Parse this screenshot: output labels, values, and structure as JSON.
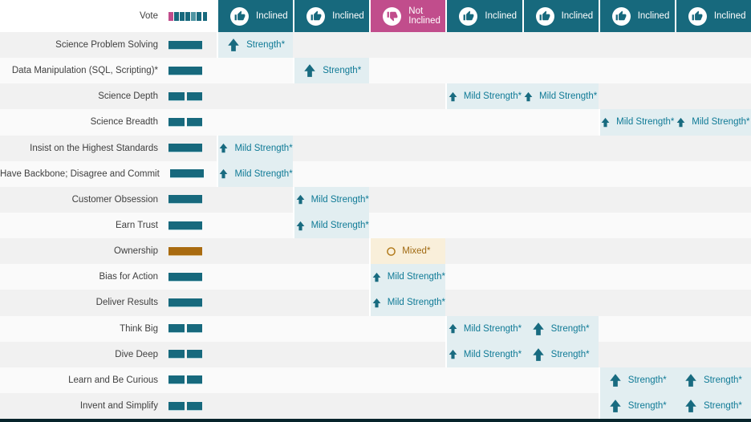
{
  "colors": {
    "inclined_teal": "#17697d",
    "not_inclined_magenta": "#c14d8c",
    "highlight_cell_bg": "#e2eef1",
    "mixed_cell_bg": "#f9efda",
    "mixed_text": "#a06a12",
    "rating_text": "#0f7a96",
    "bar_teal": "#17697d",
    "bar_orange": "#a96b10",
    "row_stripe_dark": "#f1f1f1",
    "row_stripe_light": "#fafafa",
    "bottom_bar": "#07242b"
  },
  "header": {
    "vote_label": "Vote",
    "vote_segments": [
      "not-inclined",
      "inclined",
      "inclined",
      "inclined",
      "inclined-light",
      "inclined",
      "inclined"
    ],
    "columns": [
      {
        "label": "Inclined",
        "vote": "inclined",
        "icon": "thumb-up"
      },
      {
        "label": "Inclined",
        "vote": "inclined",
        "icon": "thumb-up"
      },
      {
        "label": "Not Inclined",
        "vote": "not-inclined",
        "icon": "thumb-down"
      },
      {
        "label": "Inclined",
        "vote": "inclined",
        "icon": "thumb-up"
      },
      {
        "label": "Inclined",
        "vote": "inclined",
        "icon": "thumb-up"
      },
      {
        "label": "Inclined",
        "vote": "inclined",
        "icon": "thumb-up"
      },
      {
        "label": "Inclined",
        "vote": "inclined",
        "icon": "thumb-up"
      }
    ]
  },
  "ratings_legend": {
    "strength": "Strength*",
    "mild": "Mild Strength*",
    "mixed": "Mixed*"
  },
  "rows": [
    {
      "label": "Science Problem Solving",
      "bar_segments": 1,
      "bar_color": "teal",
      "cells": [
        {
          "col": 0,
          "rating": "strength"
        }
      ]
    },
    {
      "label": "Data Manipulation (SQL, Scripting)*",
      "bar_segments": 1,
      "bar_color": "teal",
      "cells": [
        {
          "col": 1,
          "rating": "strength"
        }
      ]
    },
    {
      "label": "Science Depth",
      "bar_segments": 2,
      "bar_color": "teal",
      "cells": [
        {
          "col": 3,
          "rating": "mild"
        },
        {
          "col": 4,
          "rating": "mild"
        }
      ]
    },
    {
      "label": "Science Breadth",
      "bar_segments": 2,
      "bar_color": "teal",
      "cells": [
        {
          "col": 5,
          "rating": "mild"
        },
        {
          "col": 6,
          "rating": "mild"
        }
      ]
    },
    {
      "label": "Insist on the Highest Standards",
      "bar_segments": 1,
      "bar_color": "teal",
      "cells": [
        {
          "col": 0,
          "rating": "mild"
        }
      ]
    },
    {
      "label": "Have Backbone; Disagree and Commit",
      "bar_segments": 1,
      "bar_color": "teal",
      "cells": [
        {
          "col": 0,
          "rating": "mild"
        }
      ]
    },
    {
      "label": "Customer Obsession",
      "bar_segments": 1,
      "bar_color": "teal",
      "cells": [
        {
          "col": 1,
          "rating": "mild"
        }
      ]
    },
    {
      "label": "Earn Trust",
      "bar_segments": 1,
      "bar_color": "teal",
      "cells": [
        {
          "col": 1,
          "rating": "mild"
        }
      ]
    },
    {
      "label": "Ownership",
      "bar_segments": 1,
      "bar_color": "orange",
      "cells": [
        {
          "col": 2,
          "rating": "mixed"
        }
      ]
    },
    {
      "label": "Bias for Action",
      "bar_segments": 1,
      "bar_color": "teal",
      "cells": [
        {
          "col": 2,
          "rating": "mild"
        }
      ]
    },
    {
      "label": "Deliver Results",
      "bar_segments": 1,
      "bar_color": "teal",
      "cells": [
        {
          "col": 2,
          "rating": "mild"
        }
      ]
    },
    {
      "label": "Think Big",
      "bar_segments": 2,
      "bar_color": "teal",
      "cells": [
        {
          "col": 3,
          "rating": "mild"
        },
        {
          "col": 4,
          "rating": "strength"
        }
      ]
    },
    {
      "label": "Dive Deep",
      "bar_segments": 2,
      "bar_color": "teal",
      "cells": [
        {
          "col": 3,
          "rating": "mild"
        },
        {
          "col": 4,
          "rating": "strength"
        }
      ]
    },
    {
      "label": "Learn and Be Curious",
      "bar_segments": 2,
      "bar_color": "teal",
      "cells": [
        {
          "col": 5,
          "rating": "strength"
        },
        {
          "col": 6,
          "rating": "strength"
        }
      ]
    },
    {
      "label": "Invent and Simplify",
      "bar_segments": 2,
      "bar_color": "teal",
      "cells": [
        {
          "col": 5,
          "rating": "strength"
        },
        {
          "col": 6,
          "rating": "strength"
        }
      ]
    }
  ]
}
